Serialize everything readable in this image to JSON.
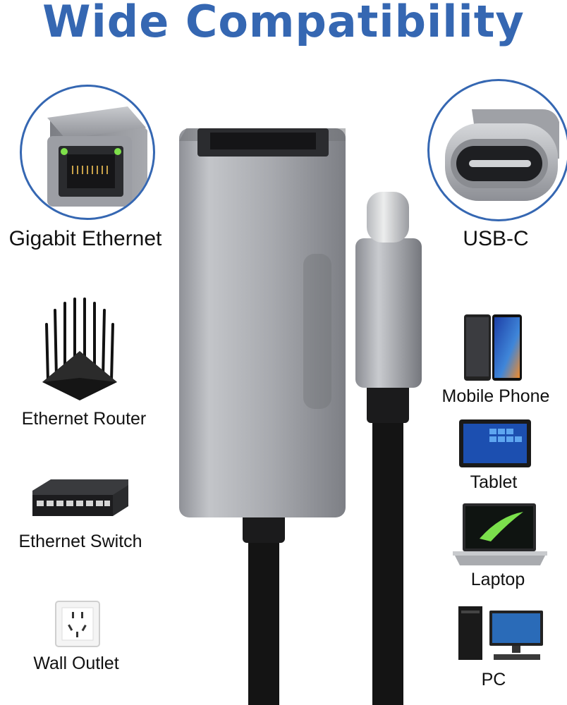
{
  "title": "Wide Compatibility",
  "features": {
    "ethernet_port": "Gigabit Ethernet",
    "usb_c": "USB-C"
  },
  "left_devices": [
    {
      "label": "Ethernet Router",
      "icon": "router-icon"
    },
    {
      "label": "Ethernet Switch",
      "icon": "switch-icon"
    },
    {
      "label": "Wall Outlet",
      "icon": "wall-outlet-icon"
    }
  ],
  "right_devices": [
    {
      "label": "Mobile Phone",
      "icon": "mobile-phone-icon"
    },
    {
      "label": "Tablet",
      "icon": "tablet-icon"
    },
    {
      "label": "Laptop",
      "icon": "laptop-icon"
    },
    {
      "label": "PC",
      "icon": "pc-icon"
    }
  ],
  "colors": {
    "title_blue": "#3567b2",
    "adapter_gray": "#a9abb0",
    "cable_black": "#111111",
    "led_green": "#7ee04a"
  }
}
